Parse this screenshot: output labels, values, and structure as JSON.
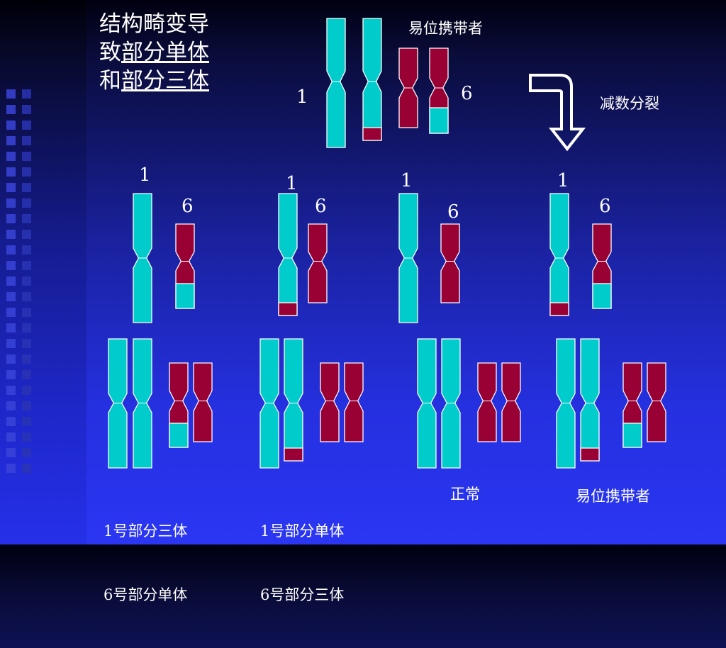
{
  "title": {
    "line1": "结构畸变导",
    "line2_prefix": "致",
    "line2_underlined": "部分单体",
    "line3_prefix": "和",
    "line3_underlined": "部分三体"
  },
  "carrier_label": "易位携带者",
  "chromosome_numbers": {
    "one": "1",
    "six": "6"
  },
  "meiosis_label": "减数分裂",
  "outcomes": [
    {
      "line1": "1号部分三体",
      "line2": "6号部分单体"
    },
    {
      "line1": "1号部分单体",
      "line2": "6号部分三体"
    },
    {
      "line1": "正常",
      "line2": ""
    },
    {
      "line1": "易位携带者",
      "line2": ""
    }
  ],
  "colors": {
    "cyan": "#00CCCC",
    "maroon": "#990033",
    "outline": "#ffffff"
  }
}
